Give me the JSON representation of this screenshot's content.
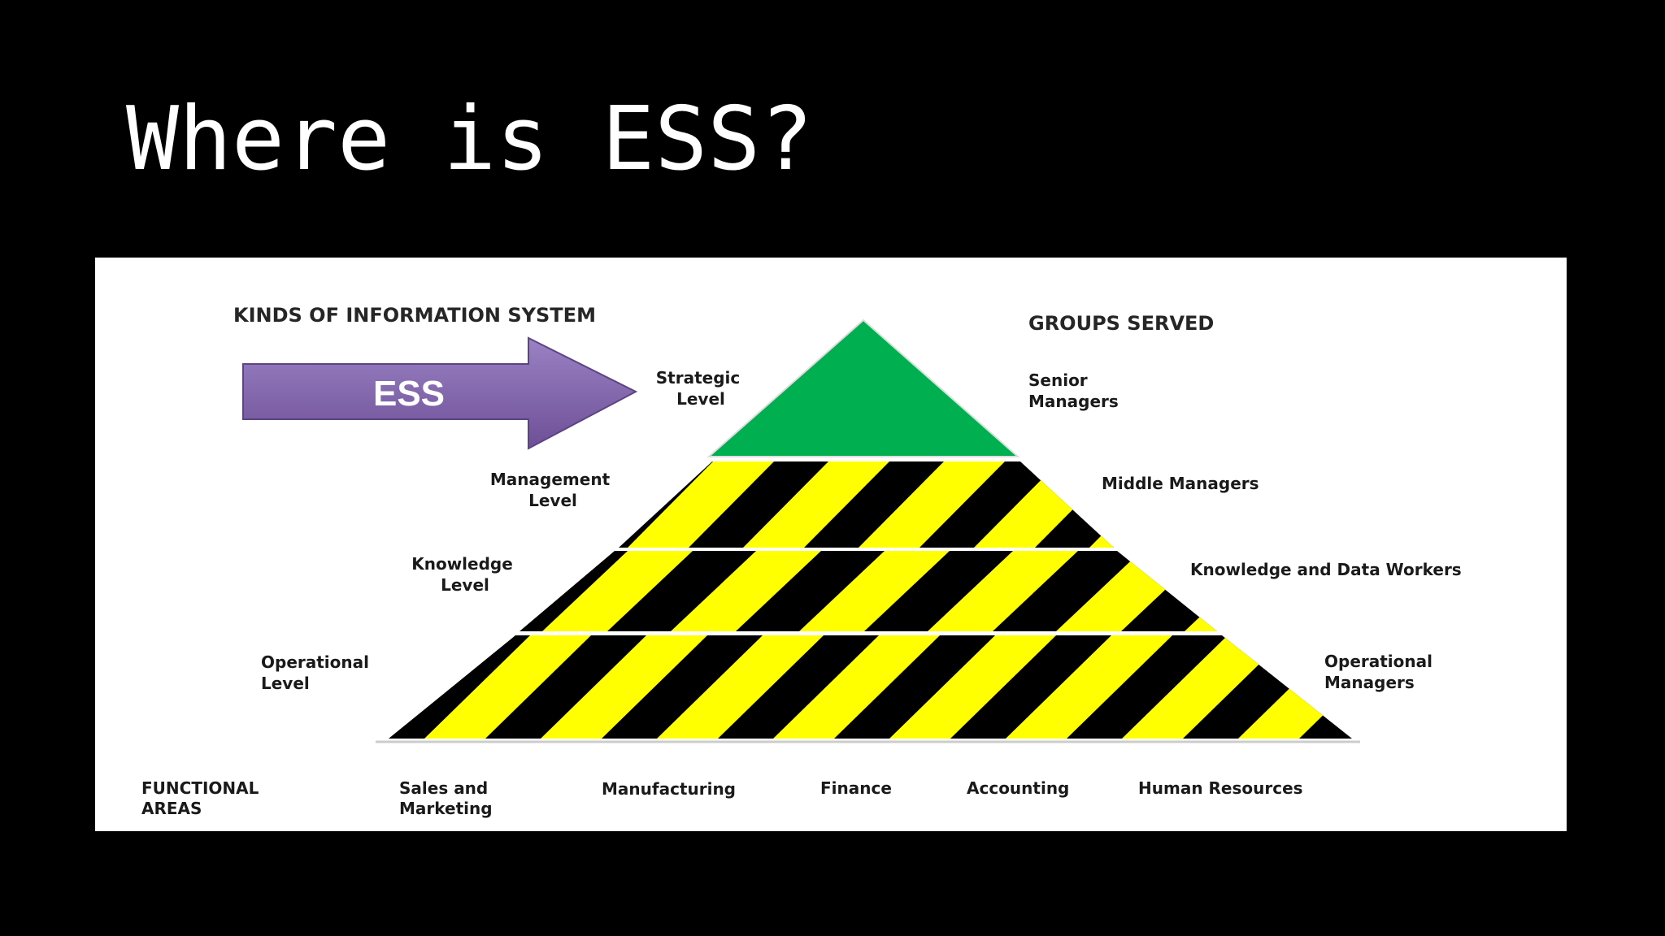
{
  "slide": {
    "title": "Where is ESS?"
  },
  "diagram": {
    "left_header": "KINDS OF INFORMATION SYSTEM",
    "right_header": "GROUPS SERVED",
    "arrow_label": "ESS",
    "colors": {
      "apex": "#00b050",
      "stripe": "#ffff00",
      "band": "#000000",
      "arrow": "#8064a2",
      "background": "#ffffff"
    },
    "levels": [
      {
        "level": [
          "Strategic",
          "Level"
        ],
        "group": [
          "Senior",
          "Managers"
        ]
      },
      {
        "level": [
          "Management",
          "Level"
        ],
        "group": [
          "Middle Managers"
        ]
      },
      {
        "level": [
          "Knowledge",
          "Level"
        ],
        "group": [
          "Knowledge and Data Workers"
        ]
      },
      {
        "level": [
          "Operational",
          "Level"
        ],
        "group": [
          "Operational",
          "Managers"
        ]
      }
    ],
    "functional_areas_label": [
      "FUNCTIONAL",
      "AREAS"
    ],
    "functional_areas": [
      [
        "Sales and",
        "Marketing"
      ],
      [
        "Manufacturing"
      ],
      [
        "Finance"
      ],
      [
        "Accounting"
      ],
      [
        "Human Resources"
      ]
    ]
  }
}
